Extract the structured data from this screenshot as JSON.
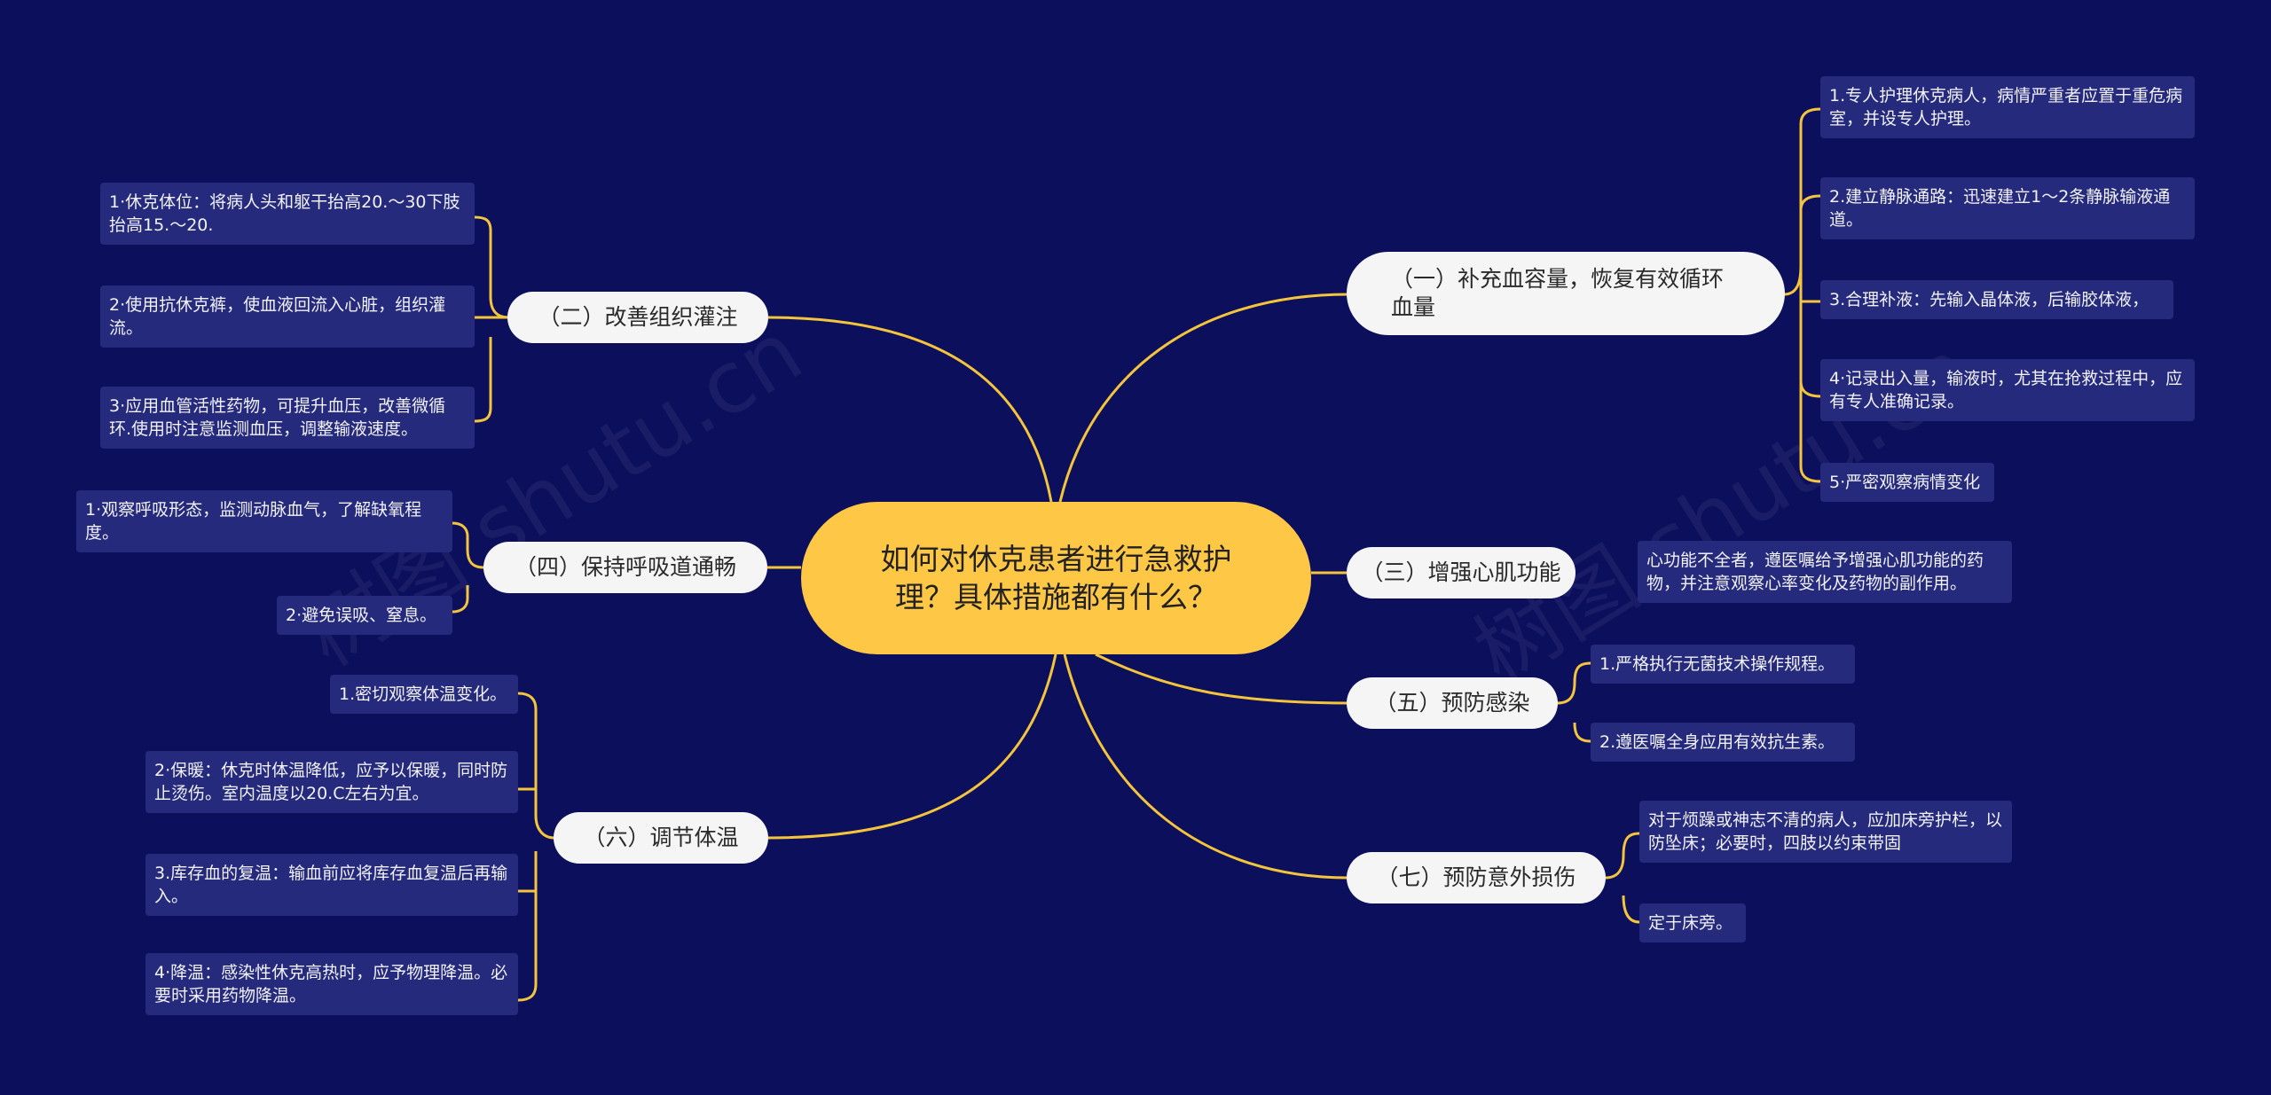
{
  "root": {
    "title": "如何对休克患者进行急救护理？具体措施都有什么？"
  },
  "watermark": "树图 shutu.cn",
  "colors": {
    "background": "#0c0f5c",
    "root": "#fec745",
    "branch": "#f5f5f5",
    "leaf": "#252a7c",
    "edge": "#f3c43c"
  },
  "branches": [
    {
      "id": "b1",
      "label": "（一）补充血容量，恢复有效循环血量",
      "leaves": [
        "1.专人护理休克病人，病情严重者应置于重危病室，并设专人护理。",
        "2.建立静脉通路：迅速建立1～2条静脉输液通道。",
        "3.合理补液：先输入晶体液，后输胶体液，",
        "4·记录出入量，输液时，尤其在抢救过程中，应有专人准确记录。",
        "5·严密观察病情变化"
      ]
    },
    {
      "id": "b2",
      "label": "（二）改善组织灌注",
      "leaves": [
        "1·休克体位：将病人头和躯干抬高20.～30下肢抬高15.～20.",
        "2·使用抗休克裤，使血液回流入心脏，组织灌流。",
        "3·应用血管活性药物，可提升血压，改善微循环.使用时注意监测血压，调整输液速度。"
      ]
    },
    {
      "id": "b3",
      "label": "（三）增强心肌功能",
      "leaves": [
        "心功能不全者，遵医嘱给予增强心肌功能的药物，并注意观察心率变化及药物的副作用。"
      ]
    },
    {
      "id": "b4",
      "label": "（四）保持呼吸道通畅",
      "leaves": [
        "1·观察呼吸形态，监测动脉血气，了解缺氧程度。",
        "2·避免误吸、窒息。"
      ]
    },
    {
      "id": "b5",
      "label": "（五）预防感染",
      "leaves": [
        "1.严格执行无菌技术操作规程。",
        "2.遵医嘱全身应用有效抗生素。"
      ]
    },
    {
      "id": "b6",
      "label": "（六）调节体温",
      "leaves": [
        "1.密切观察体温变化。",
        "2·保暖：休克时体温降低，应予以保暖，同时防止烫伤。室内温度以20.C左右为宜。",
        "3.库存血的复温：输血前应将库存血复温后再输入。",
        "4·降温：感染性休克高热时，应予物理降温。必要时采用药物降温。"
      ]
    },
    {
      "id": "b7",
      "label": "（七）预防意外损伤",
      "leaves": [
        "对于烦躁或神志不清的病人，应加床旁护栏，以防坠床；必要时，四肢以约束带固",
        "定于床旁。"
      ]
    }
  ]
}
